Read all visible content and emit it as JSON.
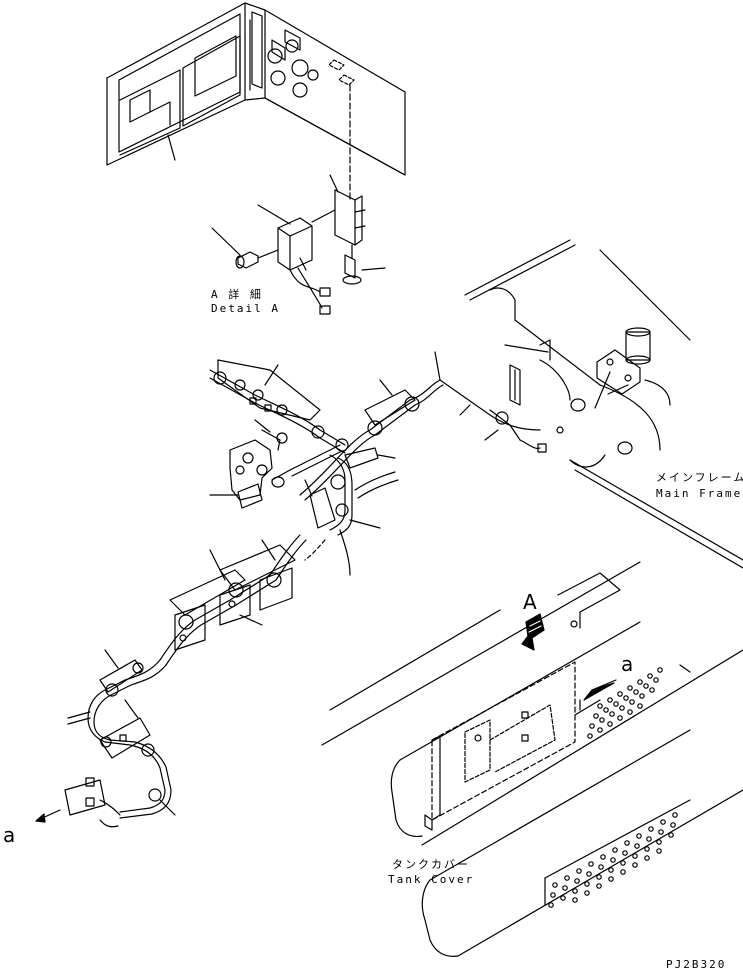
{
  "labels": {
    "detail_a_jp": "A 詳 細",
    "detail_a_en": "Detail A",
    "main_frame_jp": "メインフレーム",
    "main_frame_en": "Main Frame",
    "tank_cover_jp": "タンクカバー",
    "tank_cover_en": "Tank Cover",
    "view_arrow_a": "A",
    "connector_a_right": "a",
    "connector_a_left": "a",
    "drawing_code": "PJ2B320"
  },
  "colors": {
    "line": "#000000",
    "background": "#ffffff"
  }
}
